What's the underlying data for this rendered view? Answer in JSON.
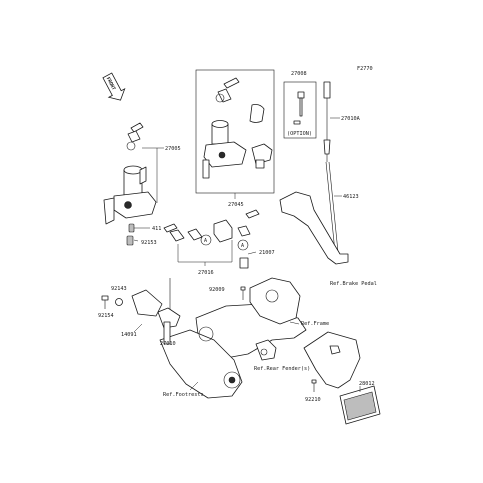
{
  "figure_code": "F2770",
  "front_marker": "FRONT",
  "callout_symbol": "A",
  "option_caption": "(OPTION)",
  "parts": {
    "p27005": "27005",
    "p411": "411",
    "p92153": "92153",
    "p27045": "27045",
    "p27008": "27008",
    "p27010A": "27010A",
    "p46123": "46123",
    "p27016": "27016",
    "p21007": "21007",
    "p92143": "92143",
    "p92154": "92154",
    "p14091": "14091",
    "p92009": "92009",
    "p27010": "27010",
    "p28012": "28012",
    "p92210": "92210"
  },
  "references": {
    "brake_pedal": "Ref.Brake Pedal",
    "frame": "Ref.Frame",
    "rear_fender": "Ref.Rear Fender(s)",
    "footrests": "Ref.Footrests"
  }
}
